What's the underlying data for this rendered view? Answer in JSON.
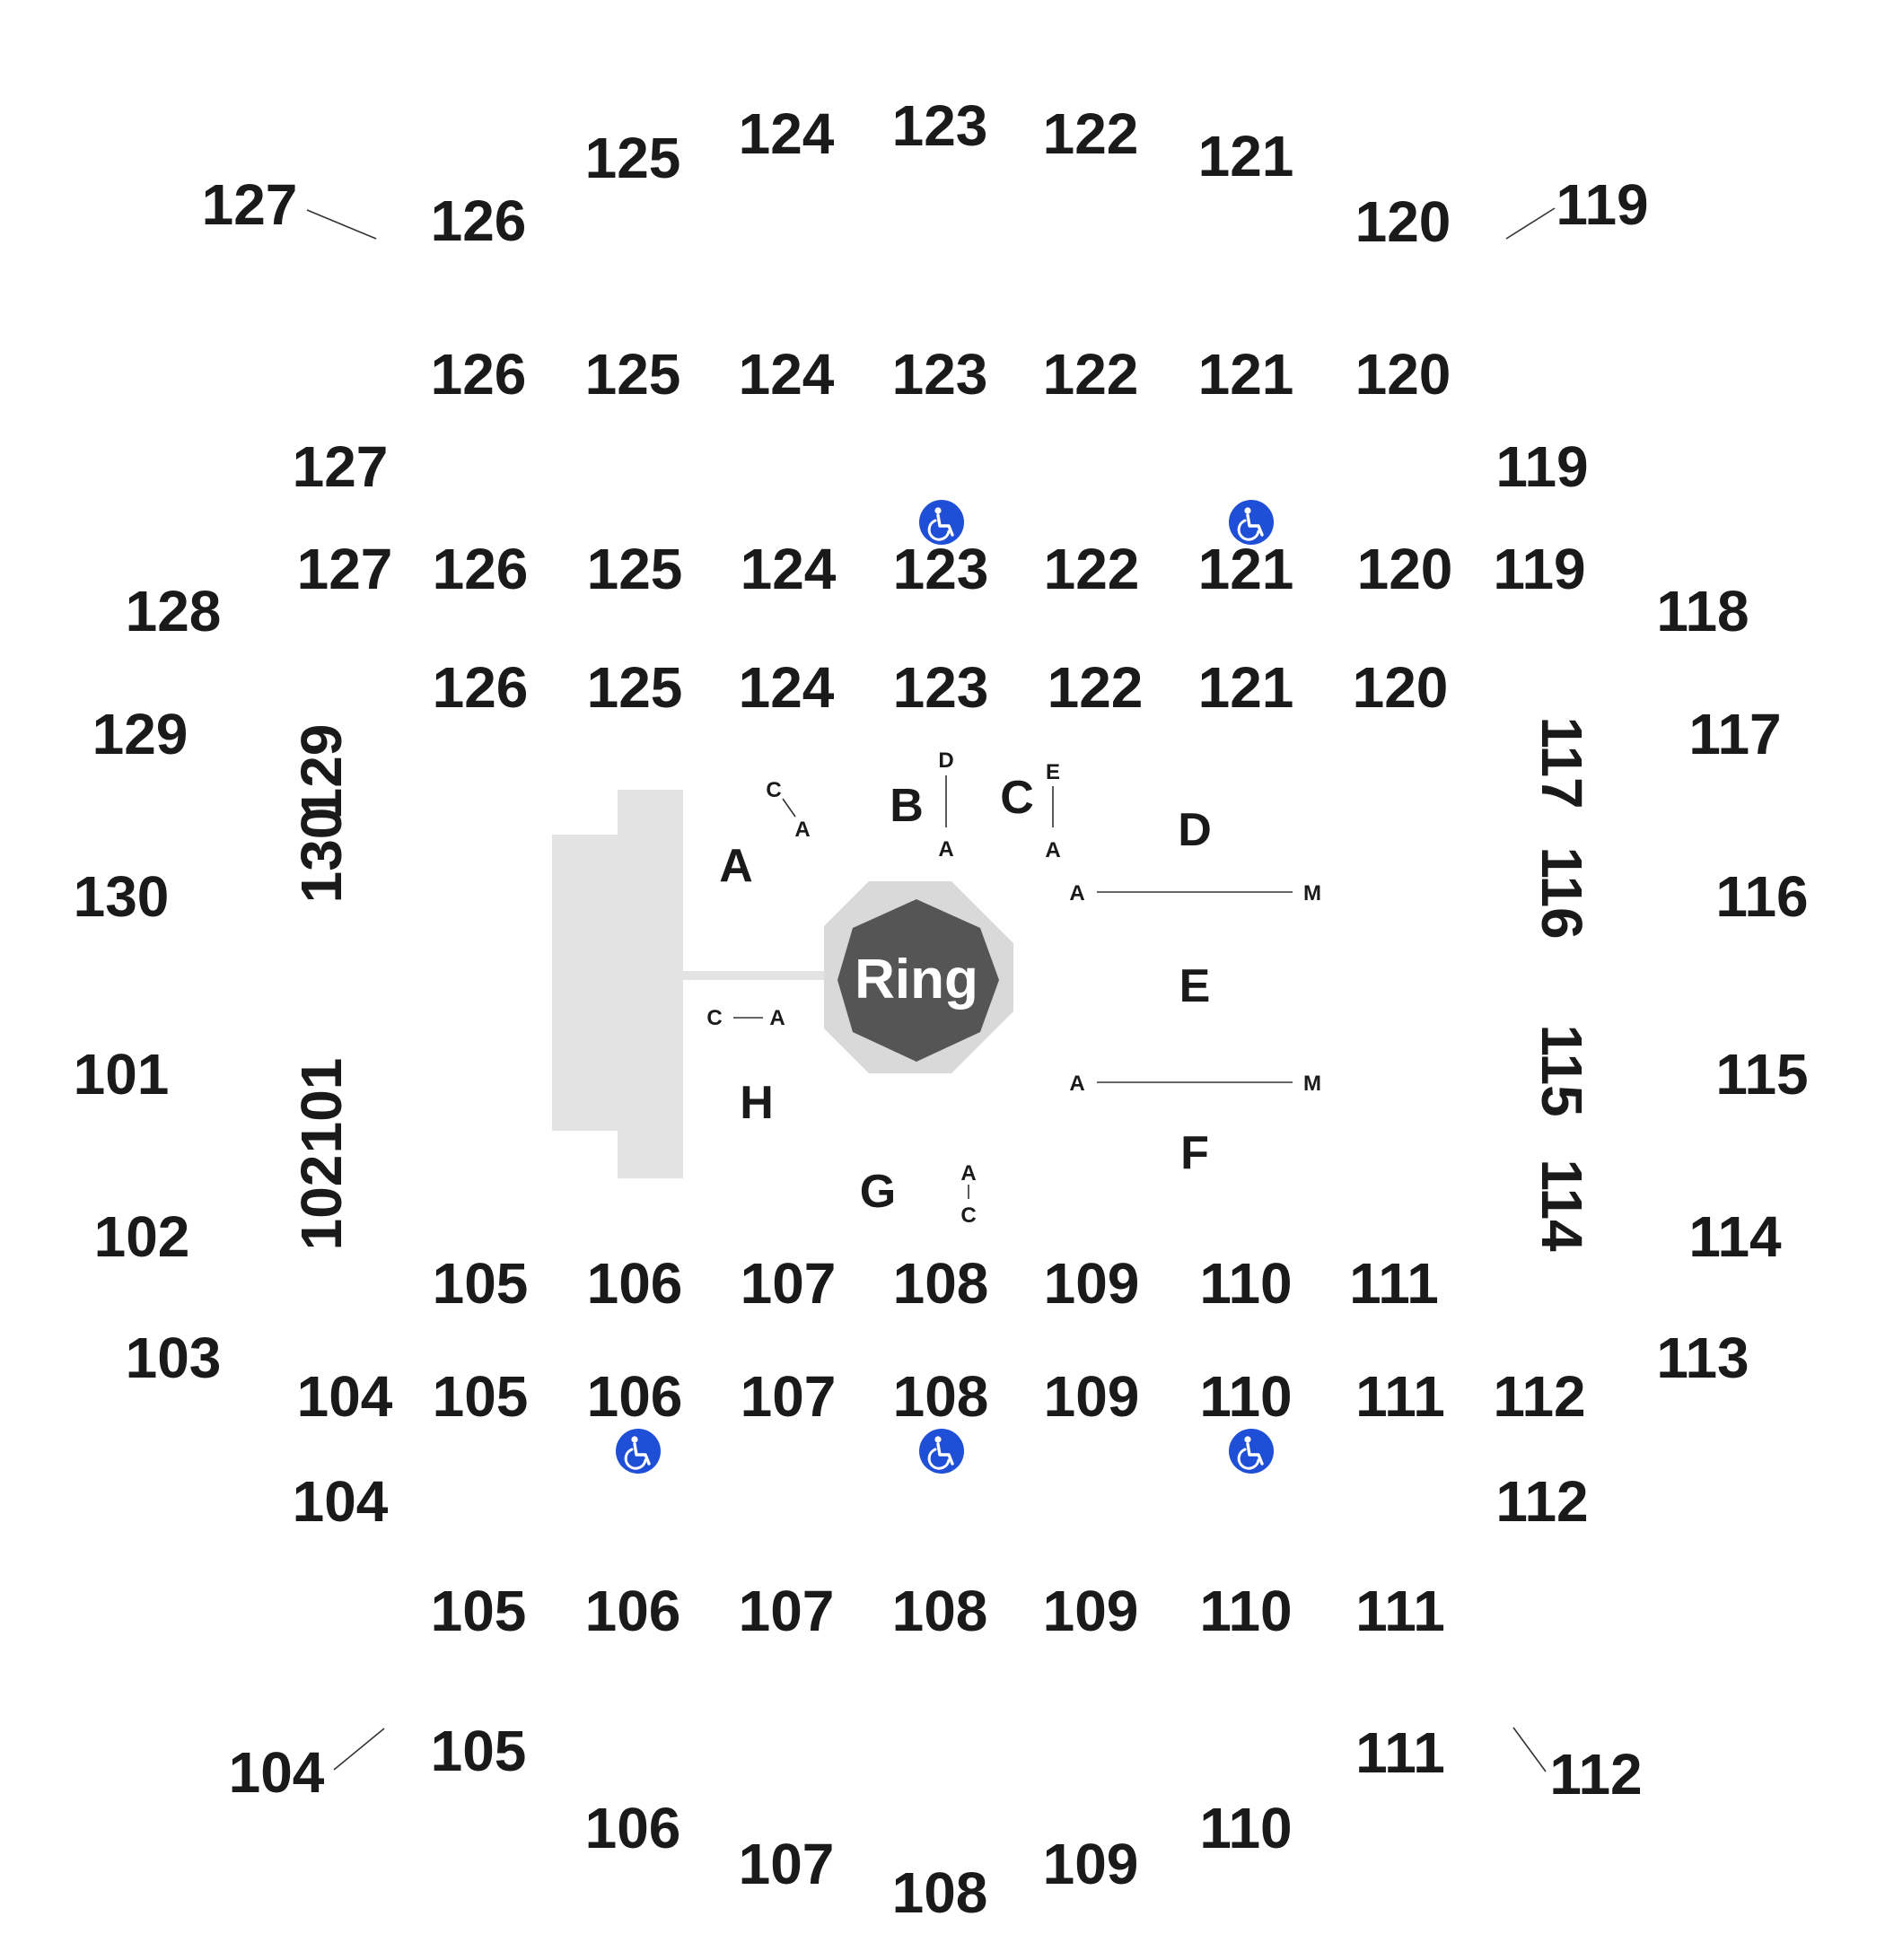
{
  "ring": {
    "label": "Ring"
  },
  "floor_sections": [
    "A",
    "B",
    "C",
    "D",
    "E",
    "F",
    "G",
    "H"
  ],
  "floor_rows": {
    "a": [
      "C",
      "A"
    ],
    "b": [
      "D",
      "A"
    ],
    "c": [
      "E",
      "A"
    ],
    "d": [
      "A",
      "M"
    ],
    "f": [
      "A",
      "M"
    ],
    "g": [
      "A",
      "C"
    ],
    "h": [
      "C",
      "A"
    ]
  },
  "sections": {
    "outer_top": [
      "127",
      "126",
      "125",
      "124",
      "123",
      "122",
      "121",
      "120",
      "119"
    ],
    "upper_top": [
      "126",
      "125",
      "124",
      "123",
      "122",
      "121",
      "120"
    ],
    "corners_upper": [
      "127",
      "119"
    ],
    "lower_top": [
      "127",
      "126",
      "125",
      "124",
      "123",
      "122",
      "121",
      "120",
      "119"
    ],
    "inner_top": [
      "126",
      "125",
      "124",
      "123",
      "122",
      "121",
      "120"
    ],
    "left_outer": [
      "128",
      "129",
      "130",
      "101",
      "102",
      "103"
    ],
    "left_inner": [
      "129",
      "130",
      "101",
      "102"
    ],
    "right_outer": [
      "118",
      "117",
      "116",
      "115",
      "114",
      "113"
    ],
    "right_inner": [
      "117",
      "116",
      "115",
      "114"
    ],
    "inner_bottom": [
      "105",
      "106",
      "107",
      "108",
      "109",
      "110",
      "111"
    ],
    "lower_bottom": [
      "104",
      "105",
      "106",
      "107",
      "108",
      "109",
      "110",
      "111",
      "112"
    ],
    "corners_lower": [
      "104",
      "112"
    ],
    "upper_bottom": [
      "105",
      "106",
      "107",
      "108",
      "109",
      "110",
      "111"
    ],
    "outer_bottom": [
      "104",
      "105",
      "106",
      "107",
      "108",
      "109",
      "110",
      "111",
      "112"
    ]
  },
  "icons": {
    "accessible": "wheelchair-icon"
  },
  "colors": {
    "ring_fill": "#555555",
    "ring_border": "#d9d9d9",
    "stage": "#e3e3e3",
    "accessible": "#1e4fd6",
    "text": "#1a1a1a"
  }
}
